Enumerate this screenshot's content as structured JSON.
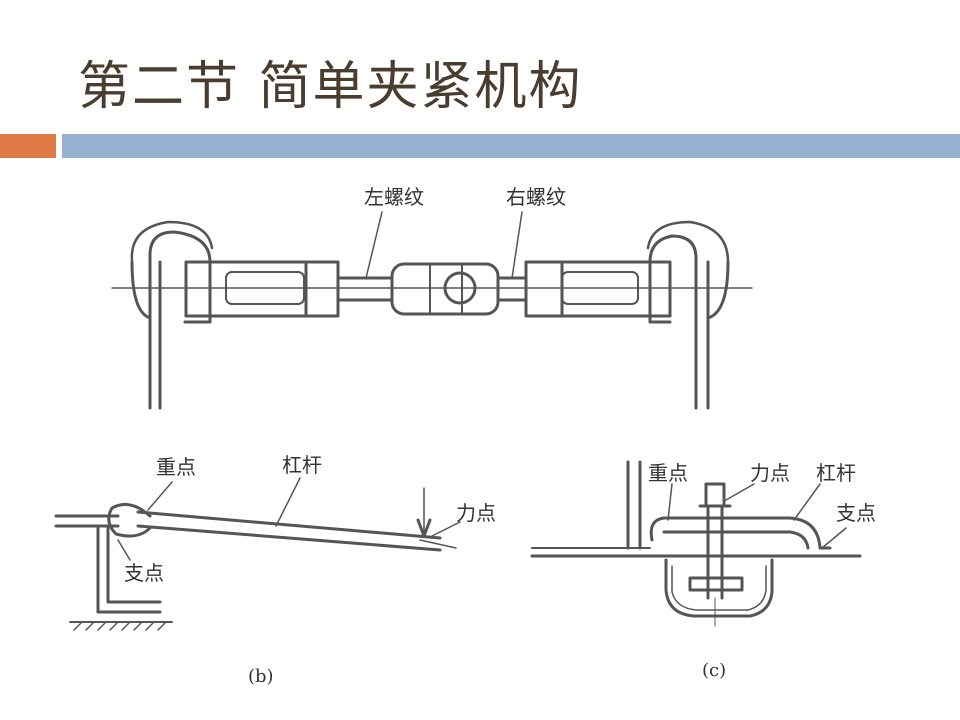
{
  "slide": {
    "title": "第二节  简单夹紧机构"
  },
  "figure_top": {
    "left_thread": "左螺纹",
    "right_thread": "右螺纹"
  },
  "figure_b": {
    "weight_point": "重点",
    "lever": "杠杆",
    "force_point": "力点",
    "fulcrum": "支点",
    "caption": "(b)"
  },
  "figure_c": {
    "weight_point": "重点",
    "force_point": "力点",
    "lever": "杠杆",
    "fulcrum": "支点",
    "caption": "(c)"
  }
}
